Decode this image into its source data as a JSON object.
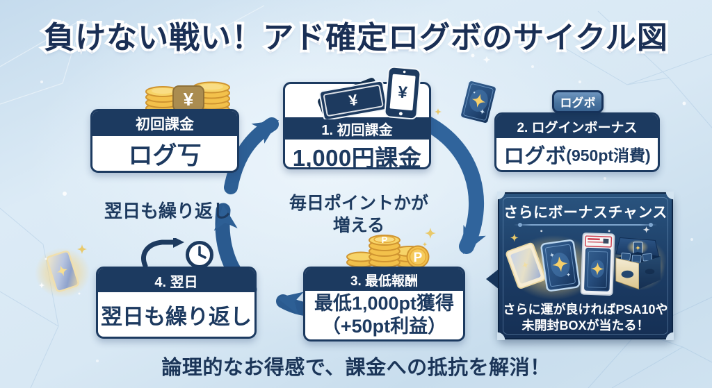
{
  "title": "負けない戦い！アド確定ログボのサイクル図",
  "cycle": {
    "precharge_card": {
      "header": "初回課金",
      "body": "ログ丂"
    },
    "step1": {
      "header": "1. 初回課金",
      "body": "1,000円課金"
    },
    "step2": {
      "badge": "ログボ",
      "header": "2. ログインボーナス",
      "body_main": "ログボ",
      "body_note": "(950pt消費)"
    },
    "step3": {
      "header": "3. 最低報酬",
      "body_line1": "最低1,000pt獲得",
      "body_line2": "（+50pt利益）"
    },
    "step4": {
      "header": "4. 翌日",
      "body": "翌日も繰り返し"
    },
    "left_note": "翌日も繰り返し",
    "center_note_line1": "毎日ポイントかが",
    "center_note_line2": "増える"
  },
  "bonus_panel": {
    "title": "さらにボーナスチャンス",
    "caption_line1": "さらに運が良ければPSA10や",
    "caption_line2": "未開封BOXが当たる！"
  },
  "tagline": "論理的なお得感で、課金への抵抗を解消！",
  "icons": {
    "yen": "¥",
    "point": "P"
  },
  "colors": {
    "background": "#d6e6f3",
    "navy": "#1c3a60",
    "arrow_blue": "#2d5f95",
    "gold_coin": "#f3c14b",
    "panel_navy": "#1d3f68",
    "badge_blue": "#49749f",
    "text_navy": "#1d3a5f",
    "psa_red": "#cf4150"
  }
}
